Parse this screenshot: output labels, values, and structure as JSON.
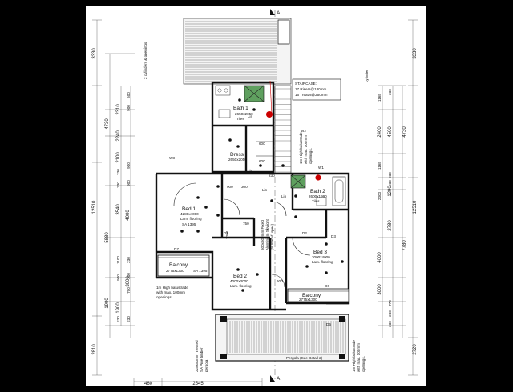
{
  "section_marks": {
    "top": "A",
    "bottom": "A"
  },
  "dims": {
    "left_outer": [
      "3330",
      "4730",
      "12510",
      "5880",
      "1900",
      "2810"
    ],
    "left_inner": [
      "2310",
      "2240",
      "2100",
      "3540",
      "4000",
      "3000",
      "1900"
    ],
    "left_small": [
      "600",
      "900",
      "900",
      "230",
      "900",
      "230",
      "1100",
      "230",
      "900",
      "300",
      "230",
      "230",
      "700"
    ],
    "right_outer": [
      "3330",
      "4730",
      "12510",
      "7780",
      "2720"
    ],
    "right_inner": [
      "2400",
      "4500",
      "1290",
      "2780",
      "4000",
      "3000"
    ],
    "right_small": [
      "1165",
      "230",
      "1165",
      "230",
      "2000",
      "230",
      "230",
      "770",
      "230"
    ],
    "bottom": [
      "460",
      "2545"
    ]
  },
  "notes": {
    "left_top": "2 cylinders & openings",
    "right_top": "cylinder",
    "staircase": [
      "STAIRCASE:",
      "17 Risers@180mm",
      "16 Treads@250mm"
    ],
    "balustrade_right": [
      "1m High balustrade",
      "with max. 100mm",
      "openings."
    ],
    "balustrade_left": [
      "1m High balustrade",
      "with max. 100mm",
      "openings."
    ],
    "balustrade_bottom": [
      "1m High balustrade",
      "with max. 100mm",
      "openings."
    ],
    "pergola": [
      "228x50mm Treated",
      "SA Pine timber",
      "pergola"
    ],
    "skylight": [
      "600x600mm Fixed",
      "Aluminium Skylight",
      "(to manuf. spec)"
    ],
    "bottom_center": "Pergola (See Detail 2)"
  },
  "rooms": {
    "bath1": {
      "name": "Bath 1",
      "size": "2650x2050",
      "finish": "Tiles"
    },
    "dress": {
      "name": "Dress",
      "size": "2650x2050"
    },
    "bath2": {
      "name": "Bath 2",
      "size": "2600x1990",
      "finish": "Tiles"
    },
    "bed1": {
      "name": "Bed 1",
      "size": "4280x4000",
      "finish": "Lam. flooring",
      "extra": "SA 1395"
    },
    "bed2": {
      "name": "Bed 2",
      "size": "4000x3000",
      "finish": "Lam. flooring"
    },
    "bed3": {
      "name": "Bed 3",
      "size": "3000x4000",
      "finish": "Lam. flooring"
    },
    "balcony_left": {
      "name": "Balcony",
      "size": "2775x1300",
      "extra": "SA 1395"
    },
    "balcony_right": {
      "name": "Balcony",
      "size": "2775x1300"
    },
    "lin_tags": [
      "Lin",
      "Lin",
      "Lin",
      "Lin"
    ],
    "doors": [
      "D7",
      "D6",
      "W1",
      "W2",
      "W3",
      "D5",
      "D2",
      "D1",
      "D3"
    ],
    "small_dims": [
      "900",
      "300",
      "750",
      "600",
      "600",
      "2000",
      "600",
      "230"
    ]
  }
}
